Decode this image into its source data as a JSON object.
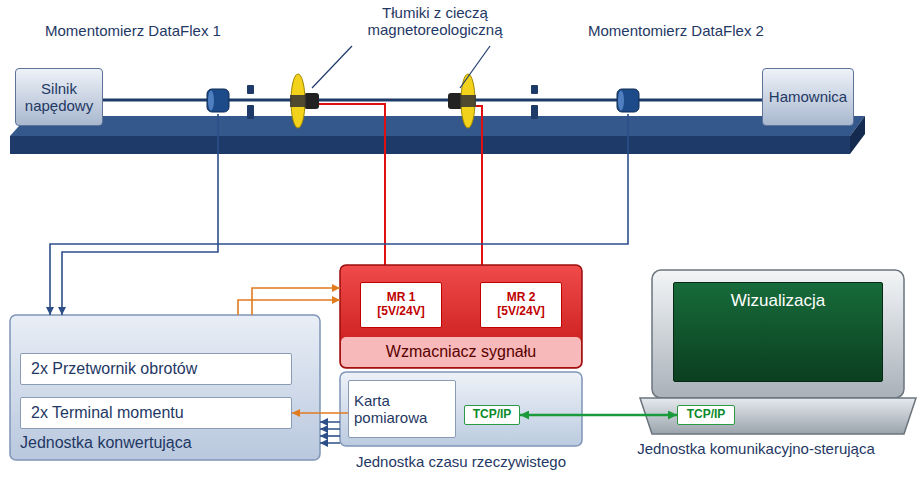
{
  "diagram": {
    "nodes": [
      {
        "text": [
          "Silnik napędowy"
        ]
      },
      {
        "text": [
          "Momentomierz DataFlex 1"
        ]
      },
      {
        "text": [
          "Momentomierz DataFlex 2"
        ]
      },
      {
        "text": [
          "Hamownica"
        ]
      },
      {
        "text": [
          "Jednostka konwertująca"
        ]
      },
      {
        "text": [
          "2x Przetwornik obrotów"
        ],
        "in": 4
      },
      {
        "text": [
          "2x Terminal momentu"
        ],
        "in": 4
      },
      {
        "text": [
          "Wzmacniacz sygnału"
        ]
      },
      {
        "text": [
          "MR 1 [5V/24V]"
        ],
        "in": 7
      },
      {
        "text": [
          "MR 2 [5V/24V]"
        ],
        "in": 7
      },
      {
        "text": [
          "Jednostka czasu rzeczywistego"
        ]
      },
      {
        "text": [
          "Karta pomiarowa"
        ],
        "in": 10
      },
      {
        "text": [
          "TCP/IP"
        ],
        "in": 10
      },
      {
        "text": [
          "Jednostka komunikacyjno-sterująca"
        ]
      },
      {
        "text": [
          "Wizualizacja"
        ],
        "in": 13
      },
      {
        "text": [
          "TCP/IP"
        ],
        "in": 13
      }
    ],
    "edges": [
      {
        "from": 1,
        "to": 4,
        "arrow": "to"
      },
      {
        "from": 2,
        "to": 4,
        "arrow": "to"
      },
      {
        "from": 4,
        "to": 7,
        "arrow": "to"
      },
      {
        "from": 4,
        "to": 7,
        "arrow": "to"
      },
      {
        "from": 11,
        "to": 6,
        "arrow": "to"
      },
      {
        "from": 10,
        "to": 4,
        "arrow": "to"
      },
      {
        "from": 12,
        "to": 15,
        "arrow": "both"
      }
    ],
    "labels": [
      "Tłumiki z cieczą magnetoreologiczną"
    ]
  }
}
